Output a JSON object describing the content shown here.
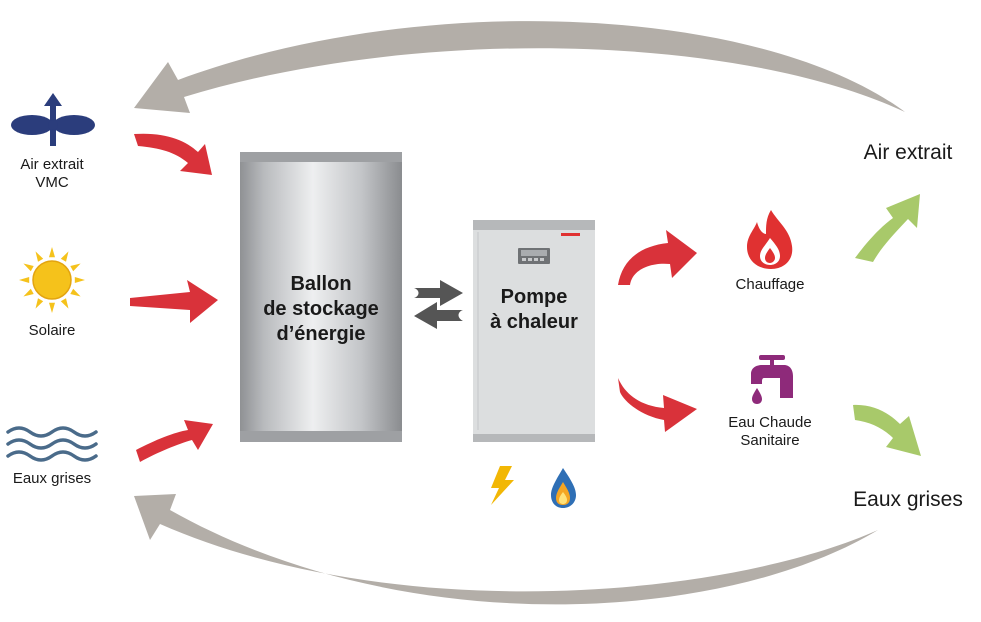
{
  "sources": {
    "air_extrait_vmc": [
      "Air extrait",
      "VMC"
    ],
    "solaire": "Solaire",
    "eaux_grises": "Eaux grises"
  },
  "storage_tank": [
    "Ballon",
    "de stockage",
    "d’énergie"
  ],
  "heat_pump": [
    "Pompe",
    "à chaleur"
  ],
  "uses": {
    "chauffage": "Chauffage",
    "eau_chaude": [
      "Eau Chaude",
      "Sanitaire"
    ]
  },
  "outputs": {
    "air_extrait": "Air extrait",
    "eaux_grises": "Eaux grises"
  },
  "colors": {
    "red_arrow": "#d9323a",
    "green_arrow": "#a8c96a",
    "grey_arrow": "#b3aea8",
    "dark_arrow": "#555555",
    "navy_icon": "#2b3d7c",
    "sun_yellow": "#f5c21b",
    "wave_blue": "#4a6b8a",
    "flame_red": "#e03131",
    "tap_purple": "#8e2a7a",
    "bolt_yellow": "#f2b705",
    "drop_blue": "#2f6fb5"
  }
}
